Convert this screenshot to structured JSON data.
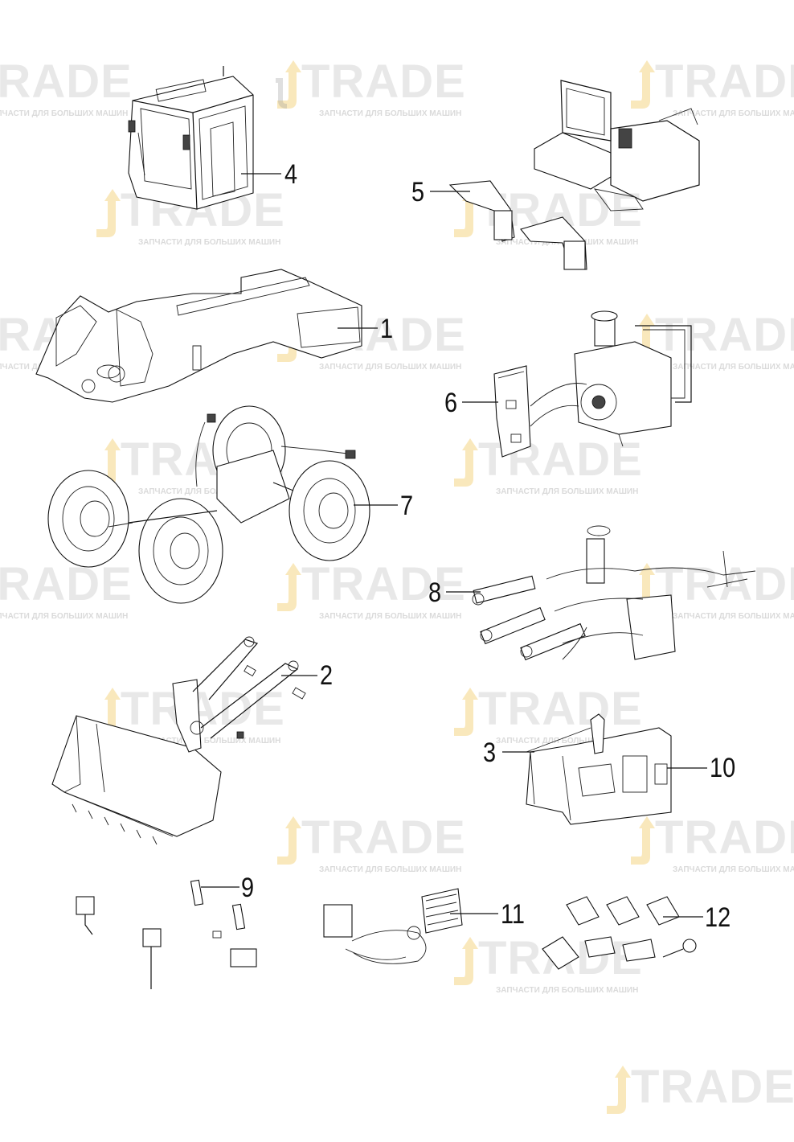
{
  "watermark": {
    "main_text": "TRADE",
    "subtitle": "ЗАПЧАСТИ ДЛЯ БОЛЬШИХ МАШИН",
    "colors": {
      "gray": "#969696",
      "gold": "#f3d27a"
    }
  },
  "callouts": [
    {
      "id": "cab",
      "label": "4"
    },
    {
      "id": "fenders",
      "label": "5"
    },
    {
      "id": "frame",
      "label": "1"
    },
    {
      "id": "engine-electrical",
      "label": "6"
    },
    {
      "id": "axles-wheels",
      "label": "7"
    },
    {
      "id": "hydraulics",
      "label": "8"
    },
    {
      "id": "boom-linkage",
      "label": "2"
    },
    {
      "id": "hood-left",
      "label": "3"
    },
    {
      "id": "hood-right",
      "label": "10"
    },
    {
      "id": "lights",
      "label": "9"
    },
    {
      "id": "heater",
      "label": "11"
    },
    {
      "id": "tools-manuals",
      "label": "12"
    }
  ]
}
